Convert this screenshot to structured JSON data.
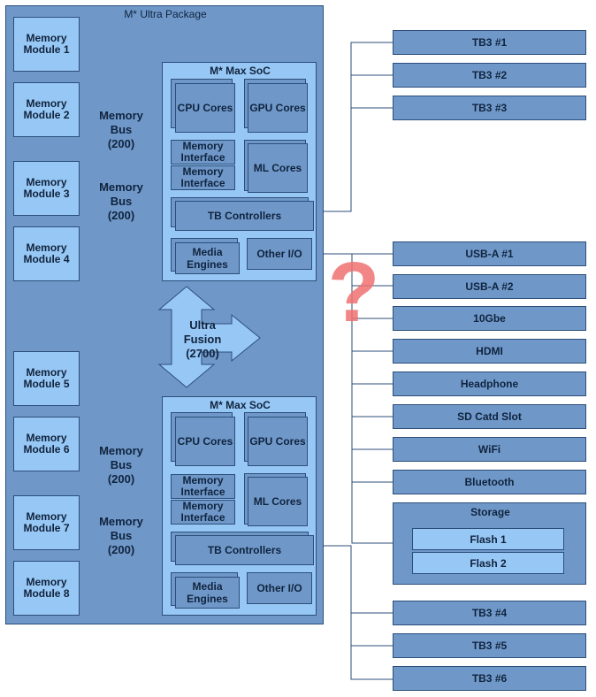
{
  "package": {
    "title": "M* Ultra Package"
  },
  "memory": [
    {
      "label": "Memory Module 1"
    },
    {
      "label": "Memory Module 2"
    },
    {
      "label": "Memory Module 3"
    },
    {
      "label": "Memory Module 4"
    },
    {
      "label": "Memory Module 5"
    },
    {
      "label": "Memory Module 6"
    },
    {
      "label": "Memory Module 7"
    },
    {
      "label": "Memory Module 8"
    }
  ],
  "memory_bus": {
    "word": "Memory",
    "word2": "Bus",
    "value": "(200)"
  },
  "soc": {
    "title": "M* Max SoC",
    "cpu": "CPU Cores",
    "gpu": "GPU Cores",
    "mem_interface": "Memory Interface",
    "ml": "ML Cores",
    "tb_controllers": "TB Controllers",
    "media": "Media Engines",
    "other_io": "Other I/O"
  },
  "ultra_fusion": {
    "line1": "Ultra",
    "line2": "Fusion",
    "line3": "(2700)"
  },
  "ports_top": [
    "TB3 #1",
    "TB3 #2",
    "TB3 #3"
  ],
  "ports_io": [
    "USB-A #1",
    "USB-A #2",
    "10Gbe",
    "HDMI",
    "Headphone",
    "SD  Catd Slot",
    "WiFi",
    "Bluetooth"
  ],
  "storage": {
    "title": "Storage",
    "flash": [
      "Flash 1",
      "Flash 2"
    ]
  },
  "ports_bottom": [
    "TB3 #4",
    "TB3 #5",
    "TB3 #6"
  ],
  "question_mark": "?",
  "colors": {
    "dark_blue": "#6f98c9",
    "light_blue": "#97c7f4",
    "border": "#2c4e7a",
    "question": "#f07070"
  }
}
